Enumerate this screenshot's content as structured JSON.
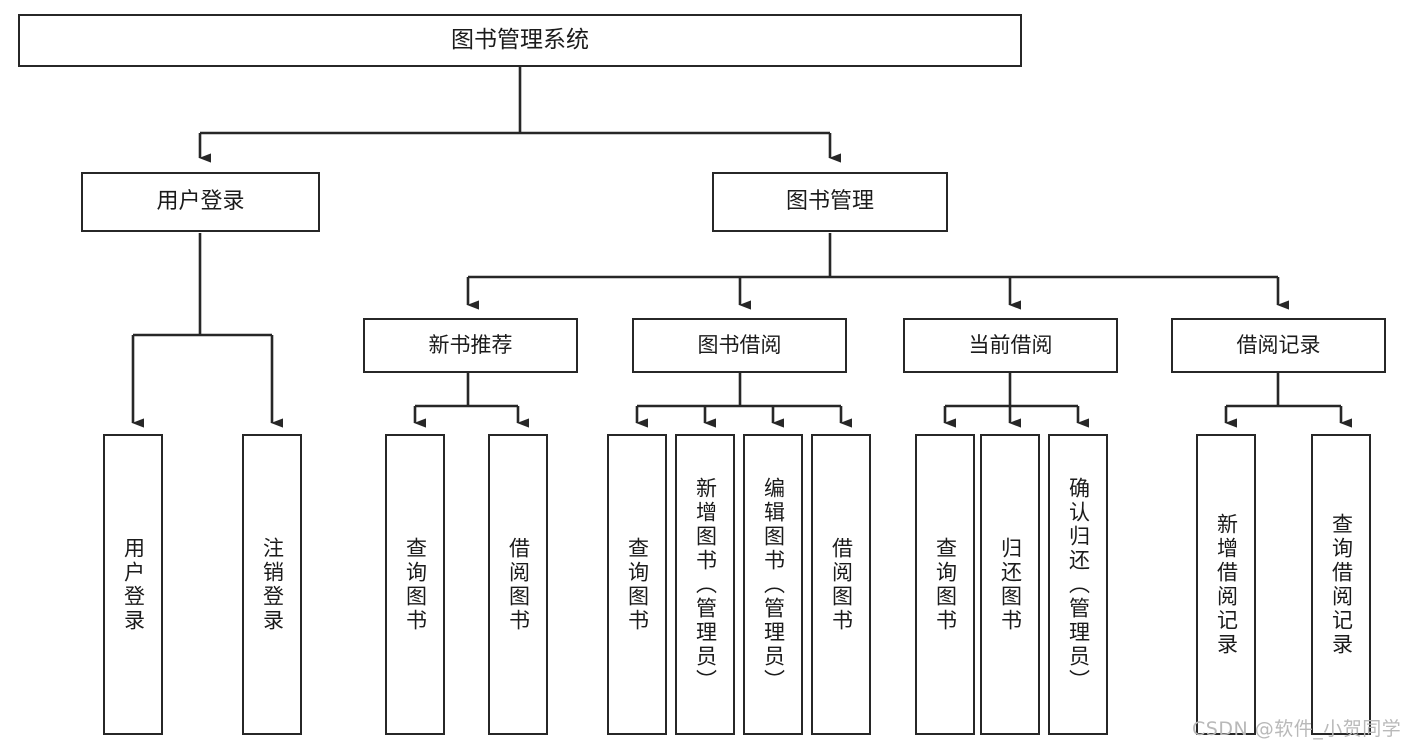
{
  "diagram": {
    "title_node": {
      "label": "图书管理系统"
    },
    "level2": [
      {
        "id": "user-login",
        "label": "用户登录"
      },
      {
        "id": "book-manage",
        "label": "图书管理"
      }
    ],
    "level3": [
      {
        "id": "new-book-rec",
        "label": "新书推荐"
      },
      {
        "id": "book-borrow",
        "label": "图书借阅"
      },
      {
        "id": "current-borrow",
        "label": "当前借阅"
      },
      {
        "id": "borrow-record",
        "label": "借阅记录"
      }
    ],
    "leaves": {
      "user_login": [
        {
          "id": "leaf-user-login",
          "label": "用户登录"
        },
        {
          "id": "leaf-logout-login",
          "label": "注销登录"
        }
      ],
      "new_book_rec": [
        {
          "id": "leaf-query-book-1",
          "label": "查询图书"
        },
        {
          "id": "leaf-borrow-book-1",
          "label": "借阅图书"
        }
      ],
      "book_borrow": [
        {
          "id": "leaf-query-book-2",
          "label": "查询图书"
        },
        {
          "id": "leaf-add-book",
          "label": "新增图书（管理员）"
        },
        {
          "id": "leaf-edit-book",
          "label": "编辑图书（管理员）"
        },
        {
          "id": "leaf-borrow-book-2",
          "label": "借阅图书"
        }
      ],
      "current_borrow": [
        {
          "id": "leaf-query-book-3",
          "label": "查询图书"
        },
        {
          "id": "leaf-return-book",
          "label": "归还图书"
        },
        {
          "id": "leaf-confirm-return",
          "label": "确认归还（管理员）"
        }
      ],
      "borrow_record": [
        {
          "id": "leaf-add-record",
          "label": "新增借阅记录"
        },
        {
          "id": "leaf-query-record",
          "label": "查询借阅记录"
        }
      ]
    }
  },
  "watermark": {
    "text": "CSDN @软件_小贺同学"
  },
  "colors": {
    "stroke": "#272727",
    "background": "#ffffff",
    "text": "#1b1b1b",
    "watermark": "#b9b9b9"
  }
}
